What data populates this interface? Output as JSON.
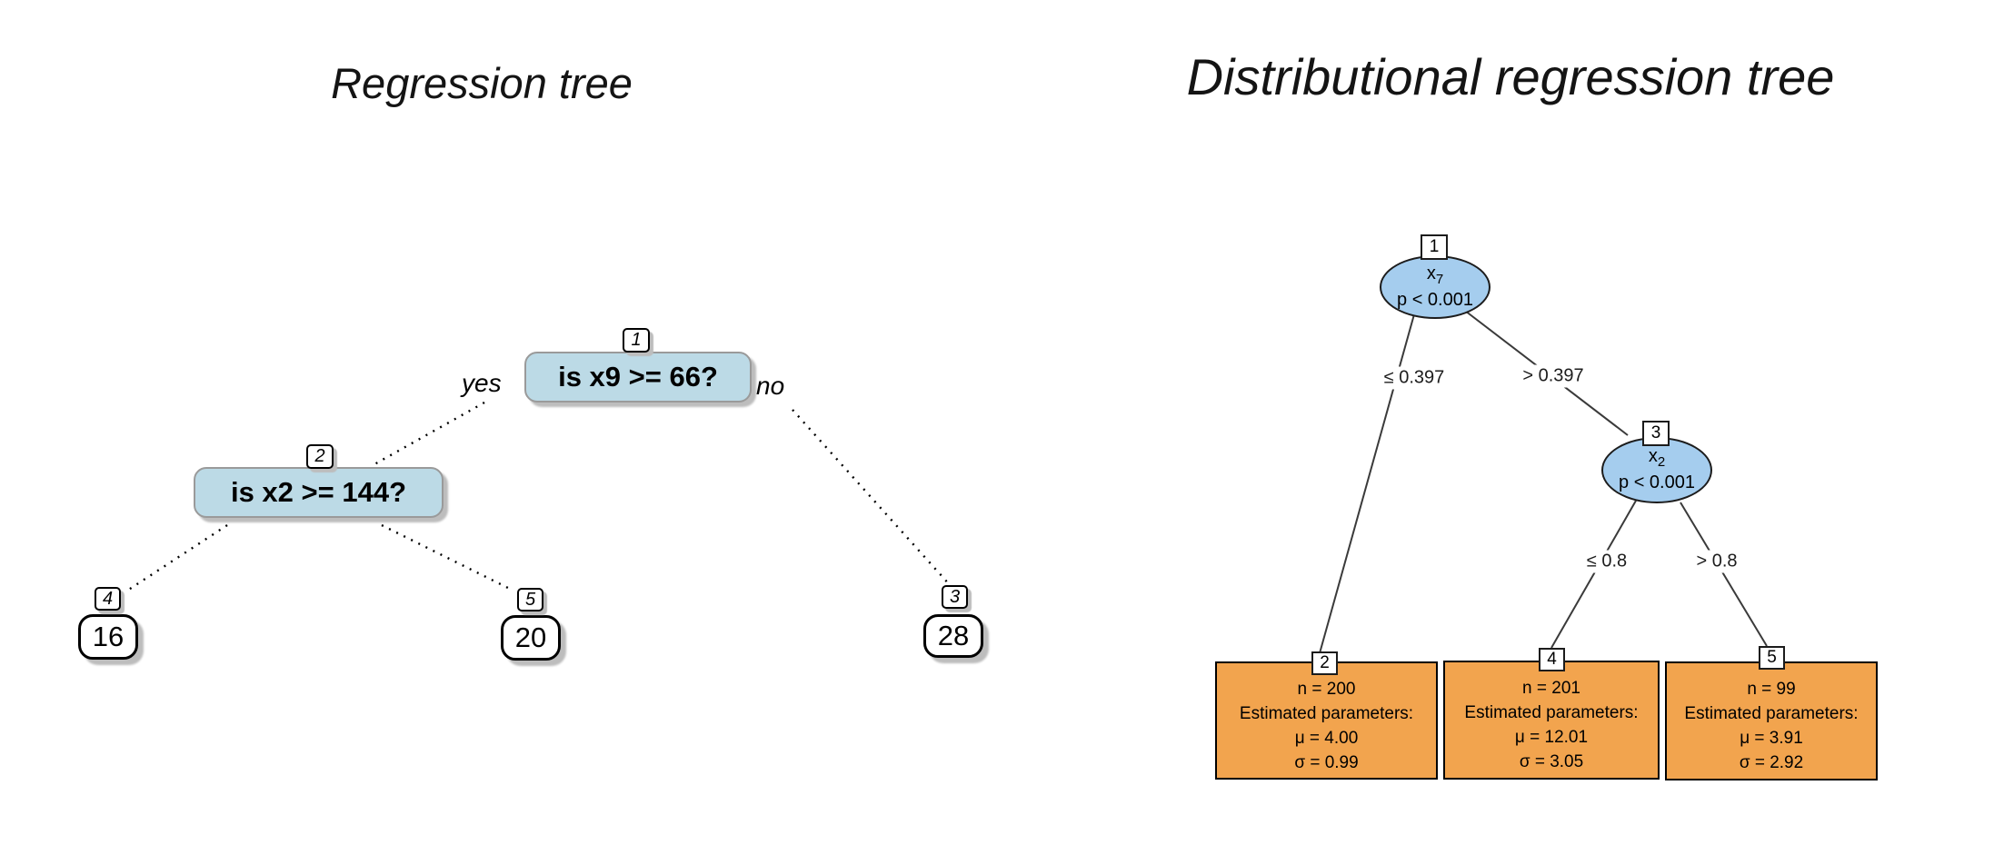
{
  "colors": {
    "left-node-fill": "#bcdae6",
    "left-node-border": "#9a9a9a",
    "ellipse-fill": "#a5cdee",
    "terminal-fill": "#f2a44e",
    "shadow": "#bdbdbd"
  },
  "left_tree": {
    "title": "Regression tree",
    "yes_label": "yes",
    "no_label": "no",
    "node1": {
      "id": "1",
      "label": "is x9 >= 66?"
    },
    "node2": {
      "id": "2",
      "label": "is x2 >= 144?"
    },
    "leaf4": {
      "id": "4",
      "value": "16"
    },
    "leaf5": {
      "id": "5",
      "value": "20"
    },
    "leaf3": {
      "id": "3",
      "value": "28"
    }
  },
  "right_tree": {
    "title": "Distributional regression tree",
    "node1": {
      "id": "1",
      "var": "x",
      "var_sub": "7",
      "p_value": "p < 0.001"
    },
    "node3": {
      "id": "3",
      "var": "x",
      "var_sub": "2",
      "p_value": "p < 0.001"
    },
    "edge_labels": {
      "node1_left": "≤ 0.397",
      "node1_right": "> 0.397",
      "node3_left": "≤ 0.8",
      "node3_right": "> 0.8"
    },
    "terminal2": {
      "id": "2",
      "n": "n = 200",
      "header": "Estimated parameters:",
      "mu": "μ = 4.00",
      "sigma": "σ = 0.99"
    },
    "terminal4": {
      "id": "4",
      "n": "n = 201",
      "header": "Estimated parameters:",
      "mu": "μ = 12.01",
      "sigma": "σ = 3.05"
    },
    "terminal5": {
      "id": "5",
      "n": "n = 99",
      "header": "Estimated parameters:",
      "mu": "μ = 3.91",
      "sigma": "σ = 2.92"
    }
  }
}
